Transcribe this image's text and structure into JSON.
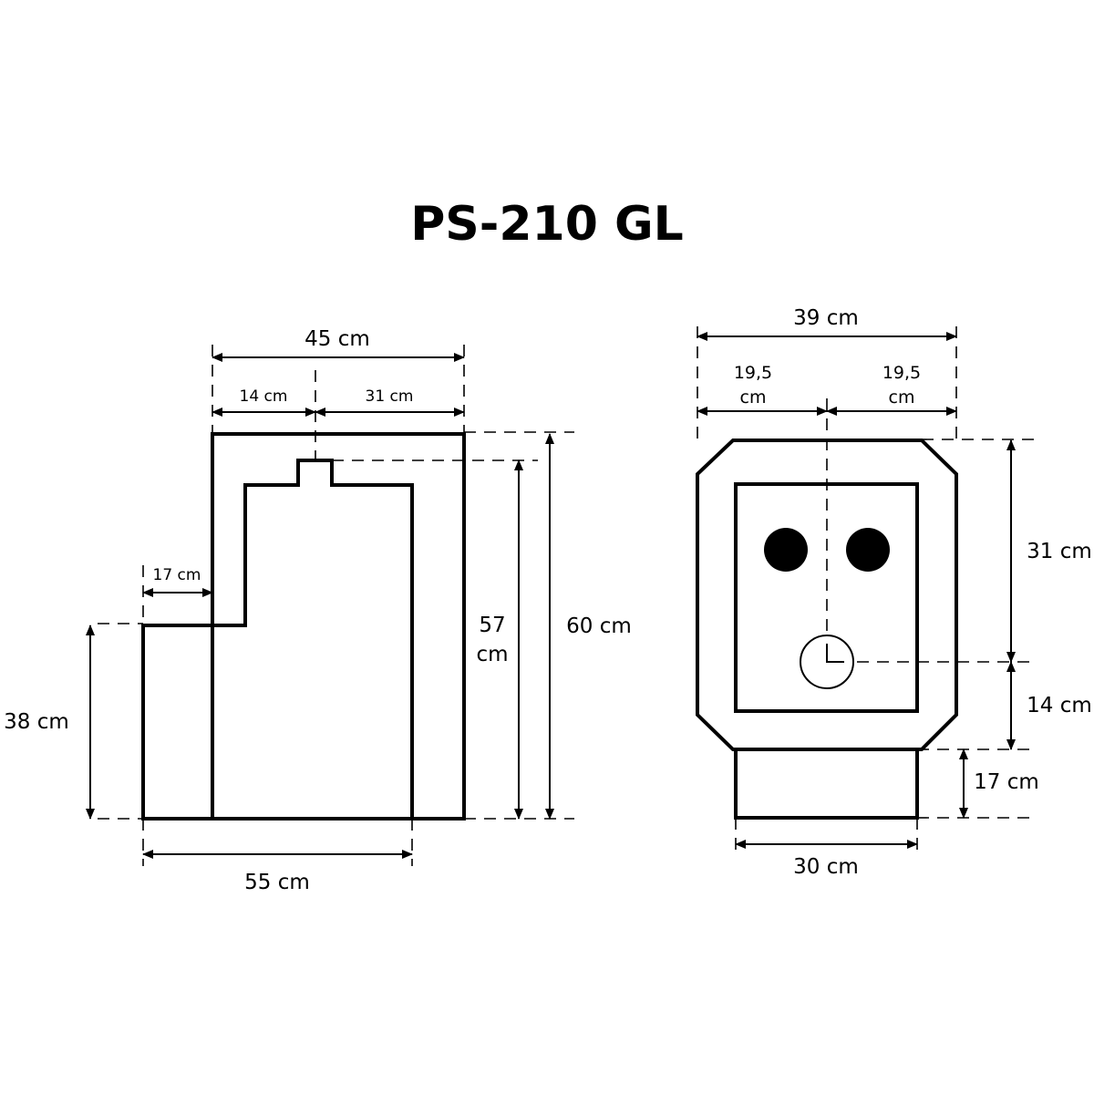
{
  "title": "PS-210 GL",
  "side_view": {
    "width_top": "45 cm",
    "seg_left": "14 cm",
    "seg_right": "31 cm",
    "step_width": "17 cm",
    "height_inner_line1": "57",
    "height_inner_line2": "cm",
    "height_total": "60 cm",
    "height_step": "38 cm",
    "width_base": "55 cm"
  },
  "front_view": {
    "width_total": "39 cm",
    "half_left_line1": "19,5",
    "half_left_line2": "cm",
    "half_right_line1": "19,5",
    "half_right_line2": "cm",
    "height_upper": "31 cm",
    "height_middle": "14 cm",
    "height_base": "17 cm",
    "width_base": "30 cm"
  },
  "icons": [
    "arrow-icon",
    "clock-icon"
  ],
  "colors": {
    "line": "#000000",
    "background": "#ffffff"
  }
}
